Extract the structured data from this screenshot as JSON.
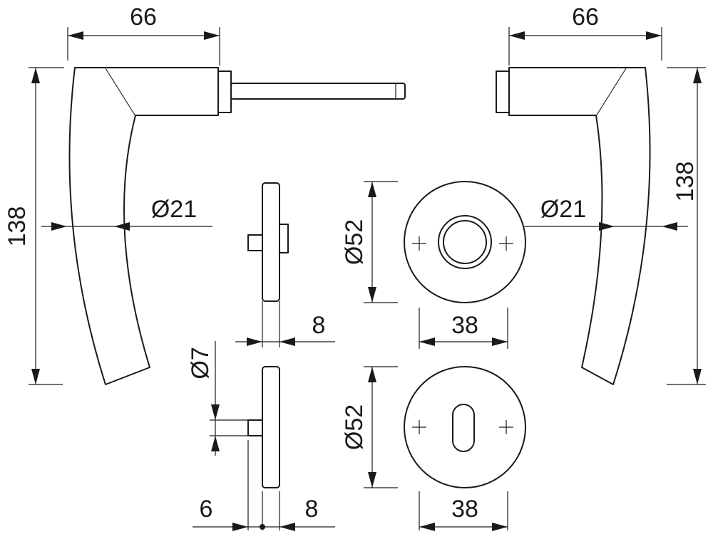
{
  "drawing": {
    "dimensions": {
      "handle_left_width": "66",
      "handle_right_width": "66",
      "handle_left_height": "138",
      "handle_right_height": "138",
      "handle_left_grip_diameter": "Ø21",
      "handle_right_grip_diameter": "Ø21",
      "rose_top_diameter": "Ø52",
      "rose_top_width": "38",
      "rose_bottom_diameter": "Ø52",
      "rose_bottom_width": "38",
      "rose_side_top_thickness": "8",
      "rose_side_bottom_thickness": "8",
      "pin_diameter": "Ø7",
      "pin_length": "6"
    }
  }
}
